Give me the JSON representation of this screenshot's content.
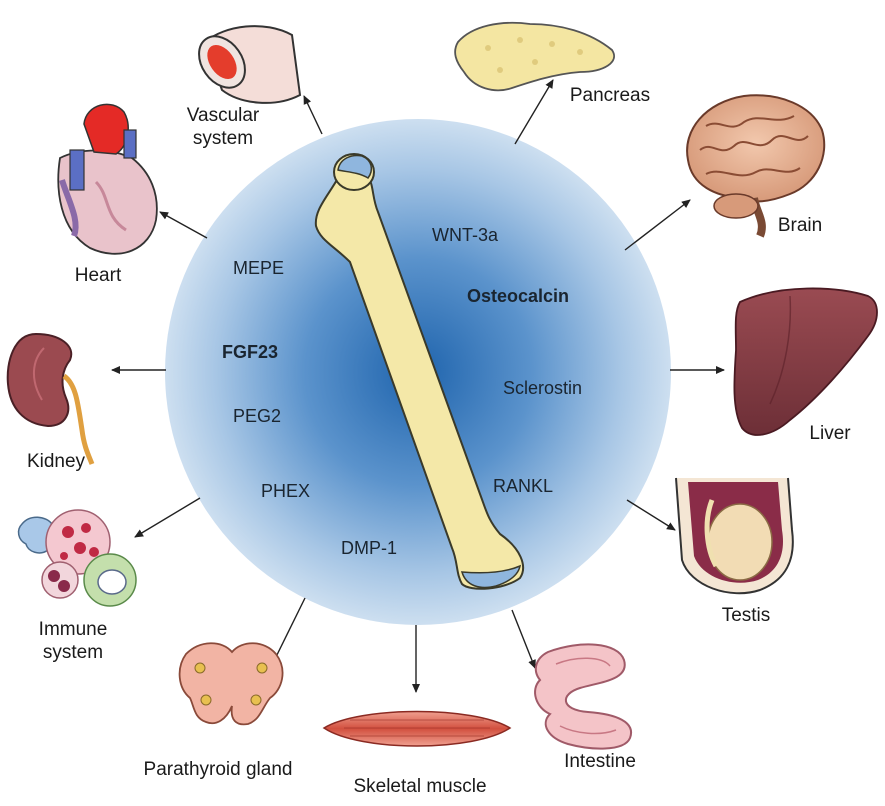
{
  "molecules": {
    "wnt3a": "WNT-3a",
    "mepe": "MEPE",
    "osteocalcin": "Osteocalcin",
    "fgf23": "FGF23",
    "sclerostin": "Sclerostin",
    "peg2": "PEG2",
    "rankl": "RANKL",
    "phex": "PHEX",
    "dmp1": "DMP-1"
  },
  "organs": {
    "vascular_line1": "Vascular",
    "vascular_line2": "system",
    "pancreas": "Pancreas",
    "heart": "Heart",
    "brain": "Brain",
    "kidney": "Kidney",
    "liver": "Liver",
    "immune_line1": "Immune",
    "immune_line2": "system",
    "testis": "Testis",
    "parathyroid": "Parathyroid gland",
    "muscle": "Skeletal muscle",
    "intestine": "Intestine"
  },
  "colors": {
    "circle_center": "#1f64ad",
    "circle_edge": "#c9dcef",
    "bone": "#f4e8a8",
    "cartilage": "#8fb6de",
    "arrow": "#222222"
  },
  "icons": [
    "bone-icon",
    "blood-vessel-icon",
    "pancreas-icon",
    "heart-icon",
    "brain-icon",
    "kidney-icon",
    "liver-icon",
    "immune-cells-icon",
    "testis-icon",
    "parathyroid-icon",
    "muscle-icon",
    "intestine-icon"
  ]
}
